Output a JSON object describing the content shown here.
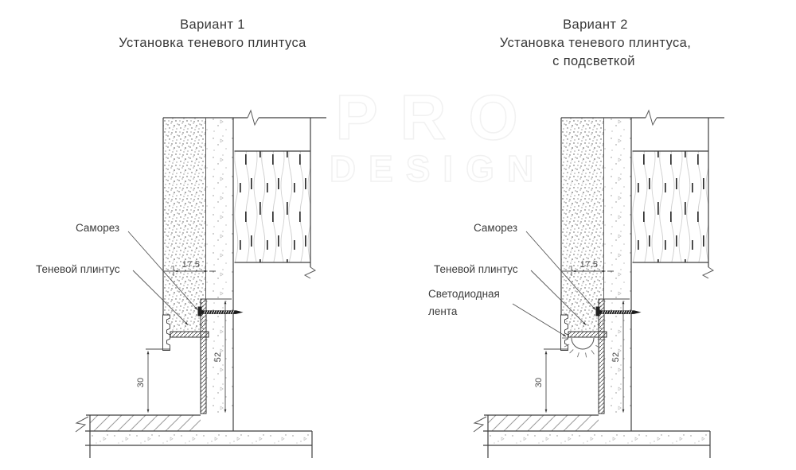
{
  "watermark": {
    "line1": "PRO",
    "line2": "DESIGN"
  },
  "drawing_type": "shadow-skirting-installation-detail",
  "colors": {
    "line": "#3f3f3f",
    "text": "#383838",
    "background": "#ffffff",
    "watermark": "#f1f1f1"
  },
  "variant1": {
    "title_line1": "Вариант 1",
    "title_line2": "Установка теневого плинтуса",
    "labels": {
      "screw": "Саморез",
      "skirting": "Теневой плинтус"
    },
    "dimensions": {
      "plaster_offset": "17.5",
      "profile_height": "52",
      "gap_height": "30"
    }
  },
  "variant2": {
    "title_line1": "Вариант 2",
    "title_line2": "Установка теневого плинтуса,",
    "title_line3": "с подсветкой",
    "labels": {
      "screw": "Саморез",
      "skirting": "Теневой плинтус",
      "led_line1": "Светодиодная",
      "led_line2": "лента"
    },
    "dimensions": {
      "plaster_offset": "17.5",
      "profile_height": "52",
      "gap_height": "30"
    }
  }
}
